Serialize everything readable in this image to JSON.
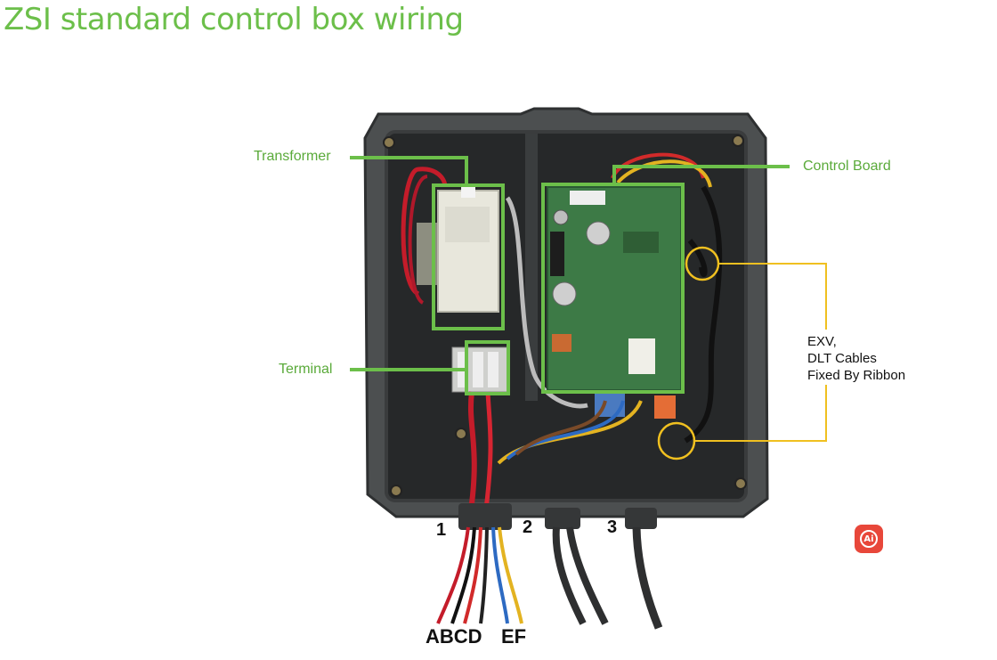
{
  "title": "ZSI standard control box wiring",
  "labels": {
    "transformer": "Transformer",
    "terminal": "Terminal",
    "control_board": "Control Board"
  },
  "note": {
    "line1": "EXV,",
    "line2": "DLT Cables",
    "line3": "Fixed By Ribbon"
  },
  "ports": {
    "p1": "1",
    "p2": "2",
    "p3": "3"
  },
  "wires": {
    "left": "ABCD",
    "right": "EF"
  },
  "ai_button": {
    "label": "Ai"
  },
  "colors": {
    "green": "#6cbf4a",
    "yellow": "#f0c020",
    "ai": "#e8473a"
  }
}
